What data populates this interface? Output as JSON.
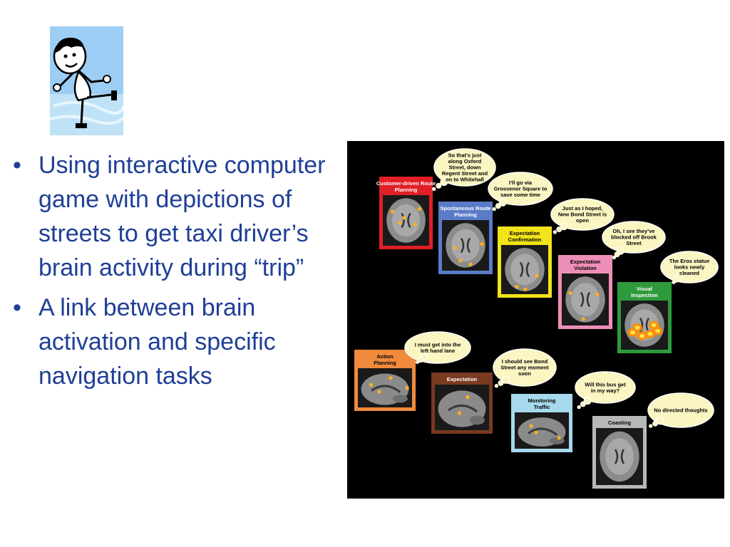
{
  "slide": {
    "bullets": [
      {
        "text": "Using interactive computer game with depictions of streets to get taxi driver’s brain activity during “trip”"
      },
      {
        "text": "A link between brain activation and specific navigation tasks"
      }
    ]
  },
  "figure": {
    "panels": [
      {
        "label": "Customer-driven Route Planning",
        "color": "#e01f26",
        "text_color": "#ffffff"
      },
      {
        "label": "Spontaneous Route Planning",
        "color": "#5a7bc8",
        "text_color": "#ffffff"
      },
      {
        "label": "Expectation Confirmation",
        "color": "#f2e31a",
        "text_color": "#000000"
      },
      {
        "label": "Expectation Violation",
        "color": "#ee8fb7",
        "text_color": "#000000"
      },
      {
        "label": "Visual Inspection",
        "color": "#2e9a3c",
        "text_color": "#ffffff"
      },
      {
        "label": "Action Planning",
        "color": "#f08a3c",
        "text_color": "#000000"
      },
      {
        "label": "Expectation",
        "color": "#7a3a21",
        "text_color": "#ffffff"
      },
      {
        "label": "Monitoring Traffic",
        "color": "#a6d9ec",
        "text_color": "#000000"
      },
      {
        "label": "Coasting",
        "color": "#b8b8b8",
        "text_color": "#000000"
      }
    ],
    "bubbles": [
      {
        "text": "So that’s just along Oxford Street, down Regent Street and on to Whitehall"
      },
      {
        "text": "I’ll go via Grosvenor Square to save some time"
      },
      {
        "text": "Just as I hoped, New Bond Street is open"
      },
      {
        "text": "Oh, I see they’ve blocked off Brook Street"
      },
      {
        "text": "The Eros statue looks newly cleaned"
      },
      {
        "text": "I must get into the left hand lane"
      },
      {
        "text": "I should see Bond Street any moment soon"
      },
      {
        "text": "Will this bus get in my way?"
      },
      {
        "text": "No directed thoughts"
      }
    ]
  }
}
